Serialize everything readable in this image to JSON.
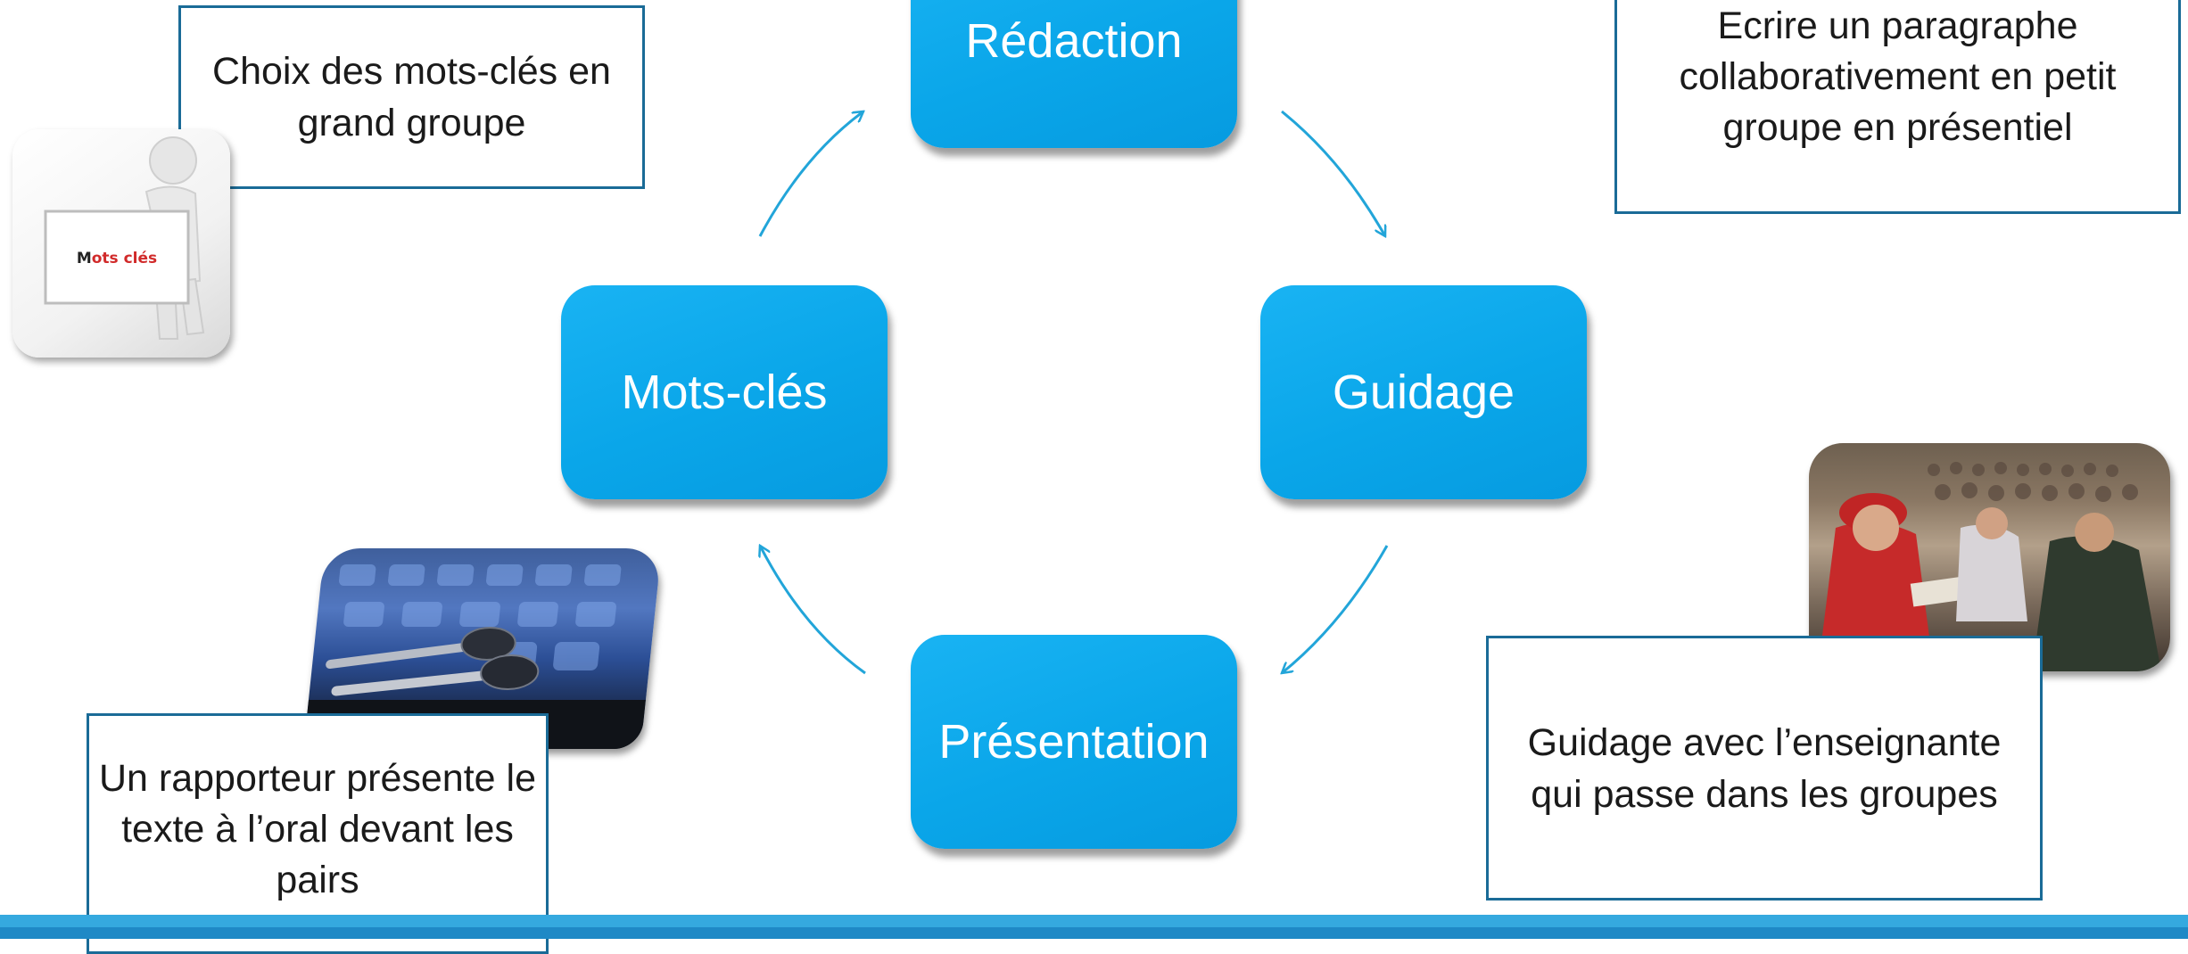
{
  "cycle": {
    "nodes": [
      {
        "id": "redaction",
        "label": "Rédaction"
      },
      {
        "id": "guidage",
        "label": "Guidage"
      },
      {
        "id": "presentation",
        "label": "Présentation"
      },
      {
        "id": "mots-cles",
        "label": "Mots-clés"
      }
    ]
  },
  "notes": {
    "mots_cles": "Choix des mots-clés en grand groupe",
    "redaction": "Ecrire un paragraphe collaborativement en petit groupe en présentiel",
    "guidage": "Guidage avec l’enseignante qui passe dans les groupes",
    "presentation": "Un rapporteur présente le texte à l’oral devant les pairs"
  },
  "images": {
    "keywords_sign": {
      "icon": "person-holding-sign-icon",
      "text": "Mots clés"
    },
    "microphones": {
      "icon": "microphones-photo"
    },
    "classroom": {
      "icon": "classroom-students-photo"
    }
  },
  "colors": {
    "node_fill": "#0aa6e9",
    "arrow": "#22a5d9",
    "box_border": "#1a6b97",
    "footer_light": "#35a9df",
    "footer_dark": "#1f89c6"
  }
}
